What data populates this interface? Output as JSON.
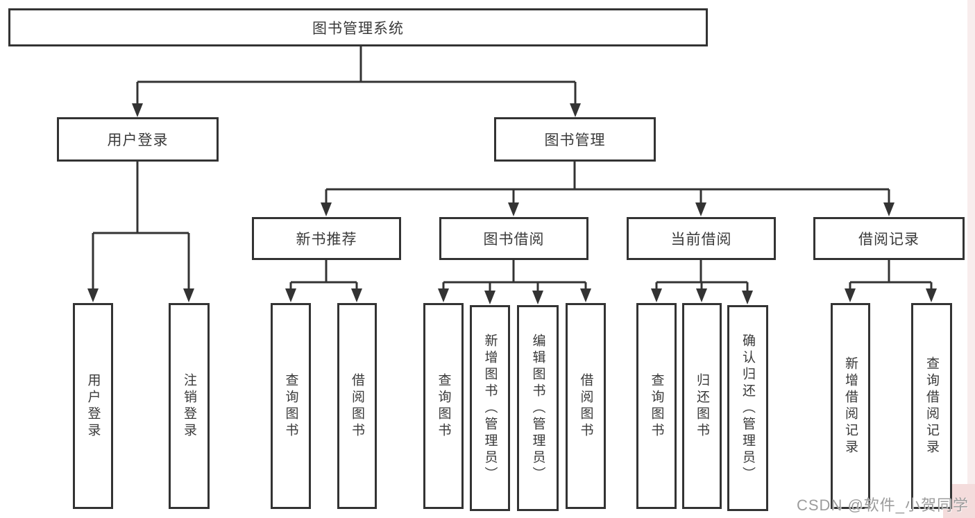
{
  "colors": {
    "line": "#333333",
    "box_border": "#333333",
    "box_fill": "#ffffff",
    "text": "#3a3a3a",
    "watermark": "#9c9c9c",
    "corner_tint": "#f4dcdc"
  },
  "tree": {
    "label": "图书管理系统",
    "children": [
      {
        "label": "用户登录",
        "children": [
          {
            "label": "用户登录"
          },
          {
            "label": "注销登录"
          }
        ]
      },
      {
        "label": "图书管理",
        "children": [
          {
            "label": "新书推荐",
            "children": [
              {
                "label": "查询图书"
              },
              {
                "label": "借阅图书"
              }
            ]
          },
          {
            "label": "图书借阅",
            "children": [
              {
                "label": "查询图书"
              },
              {
                "label": "新增图书（管理员）"
              },
              {
                "label": "编辑图书（管理员）"
              },
              {
                "label": "借阅图书"
              }
            ]
          },
          {
            "label": "当前借阅",
            "children": [
              {
                "label": "查询图书"
              },
              {
                "label": "归还图书"
              },
              {
                "label": "确认归还（管理员）"
              }
            ]
          },
          {
            "label": "借阅记录",
            "children": [
              {
                "label": "新增借阅记录"
              },
              {
                "label": "查询借阅记录"
              }
            ]
          }
        ]
      }
    ]
  },
  "watermark": {
    "text": "CSDN @软件_小贺同学"
  }
}
